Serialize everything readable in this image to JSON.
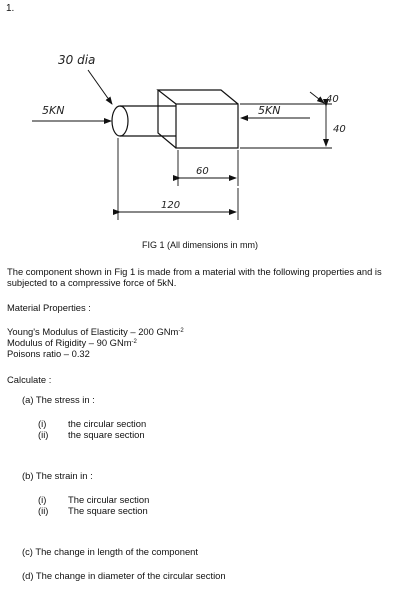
{
  "question_number": "1.",
  "figure": {
    "diameter_label": "30 dia",
    "force_left": "5KN",
    "force_right": "5KN",
    "dim_height_top": "40",
    "dim_height_right": "40",
    "dim_square_length": "60",
    "dim_total_length": "120"
  },
  "caption": "FIG 1 (All dimensions in mm)",
  "intro": "The component shown in Fig 1 is made from a material with the following properties and is subjected to a compressive force of 5kN.",
  "material_heading": "Material Properties :",
  "properties": {
    "youngs_text": "Young's Modulus of Elasticity – 200 GNm",
    "youngs_exp": "-2",
    "rigidity_text": "Modulus of Rigidity – 90 GNm",
    "rigidity_exp": "-2",
    "poisson": "Poisons ratio – 0.32"
  },
  "calculate_heading": "Calculate :",
  "part_a": {
    "title": "(a) The stress in :",
    "items": [
      {
        "num": "(i)",
        "text": "the circular section"
      },
      {
        "num": "(ii)",
        "text": "the square section"
      }
    ]
  },
  "part_b": {
    "title": "(b) The strain in :",
    "items": [
      {
        "num": "(i)",
        "text": "The circular section"
      },
      {
        "num": "(ii)",
        "text": "The square section"
      }
    ]
  },
  "part_c": "(c) The change in length of the component",
  "part_d": "(d) The change in diameter of the circular section"
}
